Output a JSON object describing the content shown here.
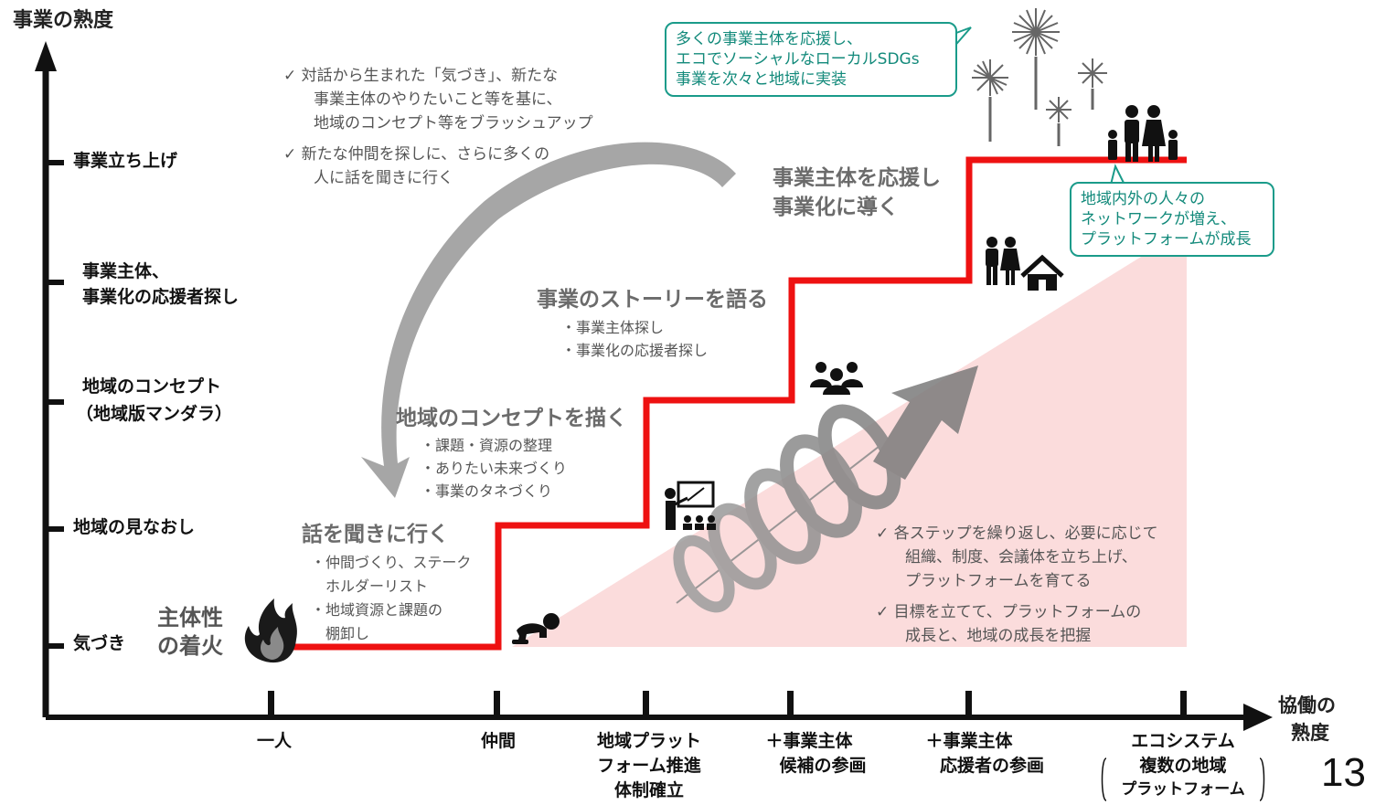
{
  "y_axis": {
    "title": "事業の熟度",
    "levels": [
      "気づき",
      "地域の見なおし",
      "地域のコンセプト",
      "（地域版マンダラ）",
      "事業主体、",
      "事業化の応援者探し",
      "事業立ち上げ"
    ]
  },
  "x_axis": {
    "title_line1": "協働の",
    "title_line2": "熟度",
    "labels": {
      "a": "一人",
      "b": "仲間",
      "c1": "地域プラット",
      "c2": "フォーム推進",
      "c3": "体制確立",
      "d1": "＋事業主体",
      "d2": "候補の参画",
      "e1": "＋事業主体",
      "e2": "応援者の参画",
      "f1": "エコシステム",
      "f2": "複数の地域",
      "f3": "プラットフォーム"
    }
  },
  "ignition": {
    "line1": "主体性",
    "line2": "の着火"
  },
  "steps": {
    "s1": {
      "title": "話を聞きに行く",
      "items": [
        "・仲間づくり、ステーク",
        "ホルダーリスト",
        "・地域資源と課題の",
        "棚卸し"
      ]
    },
    "s2": {
      "title": "地域のコンセプトを描く",
      "items": [
        "・課題・資源の整理",
        "・ありたい未来づくり",
        "・事業のタネづくり"
      ]
    },
    "s3": {
      "title": "事業のストーリーを語る",
      "items": [
        "・事業主体探し",
        "・事業化の応援者探し"
      ]
    },
    "s4": {
      "title_line1": "事業主体を応援し",
      "title_line2": "事業化に導く"
    }
  },
  "top_notes": {
    "n1_l1": "✓  対話から生まれた「気づき」、新たな",
    "n1_l2": "事業主体のやりたいこと等を基に、",
    "n1_l3": "地域のコンセプト等をブラッシュアップ",
    "n2_l1": "✓  新たな仲間を探しに、さらに多くの",
    "n2_l2": "人に話を聞きに行く"
  },
  "bottom_notes": {
    "n1_l1": "✓  各ステップを繰り返し、必要に応じて",
    "n1_l2": "組織、制度、会議体を立ち上げ、",
    "n1_l3": "プラットフォームを育てる",
    "n2_l1": "✓  目標を立てて、プラットフォームの",
    "n2_l2": "成長と、地域の成長を把握"
  },
  "callouts": {
    "top": [
      "多くの事業主体を応援し、",
      "エコでソーシャルなローカルSDGs",
      "事業を次々と地域に実装"
    ],
    "right": [
      "地域内外の人々の",
      "ネットワークが増え、",
      "プラットフォームが成長"
    ]
  },
  "page_number": "13",
  "colors": {
    "staircase": "#ee1111",
    "platform_fill": "#fbdcdc",
    "callout": "#1a9b8a",
    "arrow": "#9a9a9a"
  },
  "icons": [
    "fire-icon",
    "crawling-baby-icon",
    "teacher-icon",
    "group-icon",
    "couple-icon",
    "house-icon",
    "family-icon",
    "fireworks-icon"
  ]
}
